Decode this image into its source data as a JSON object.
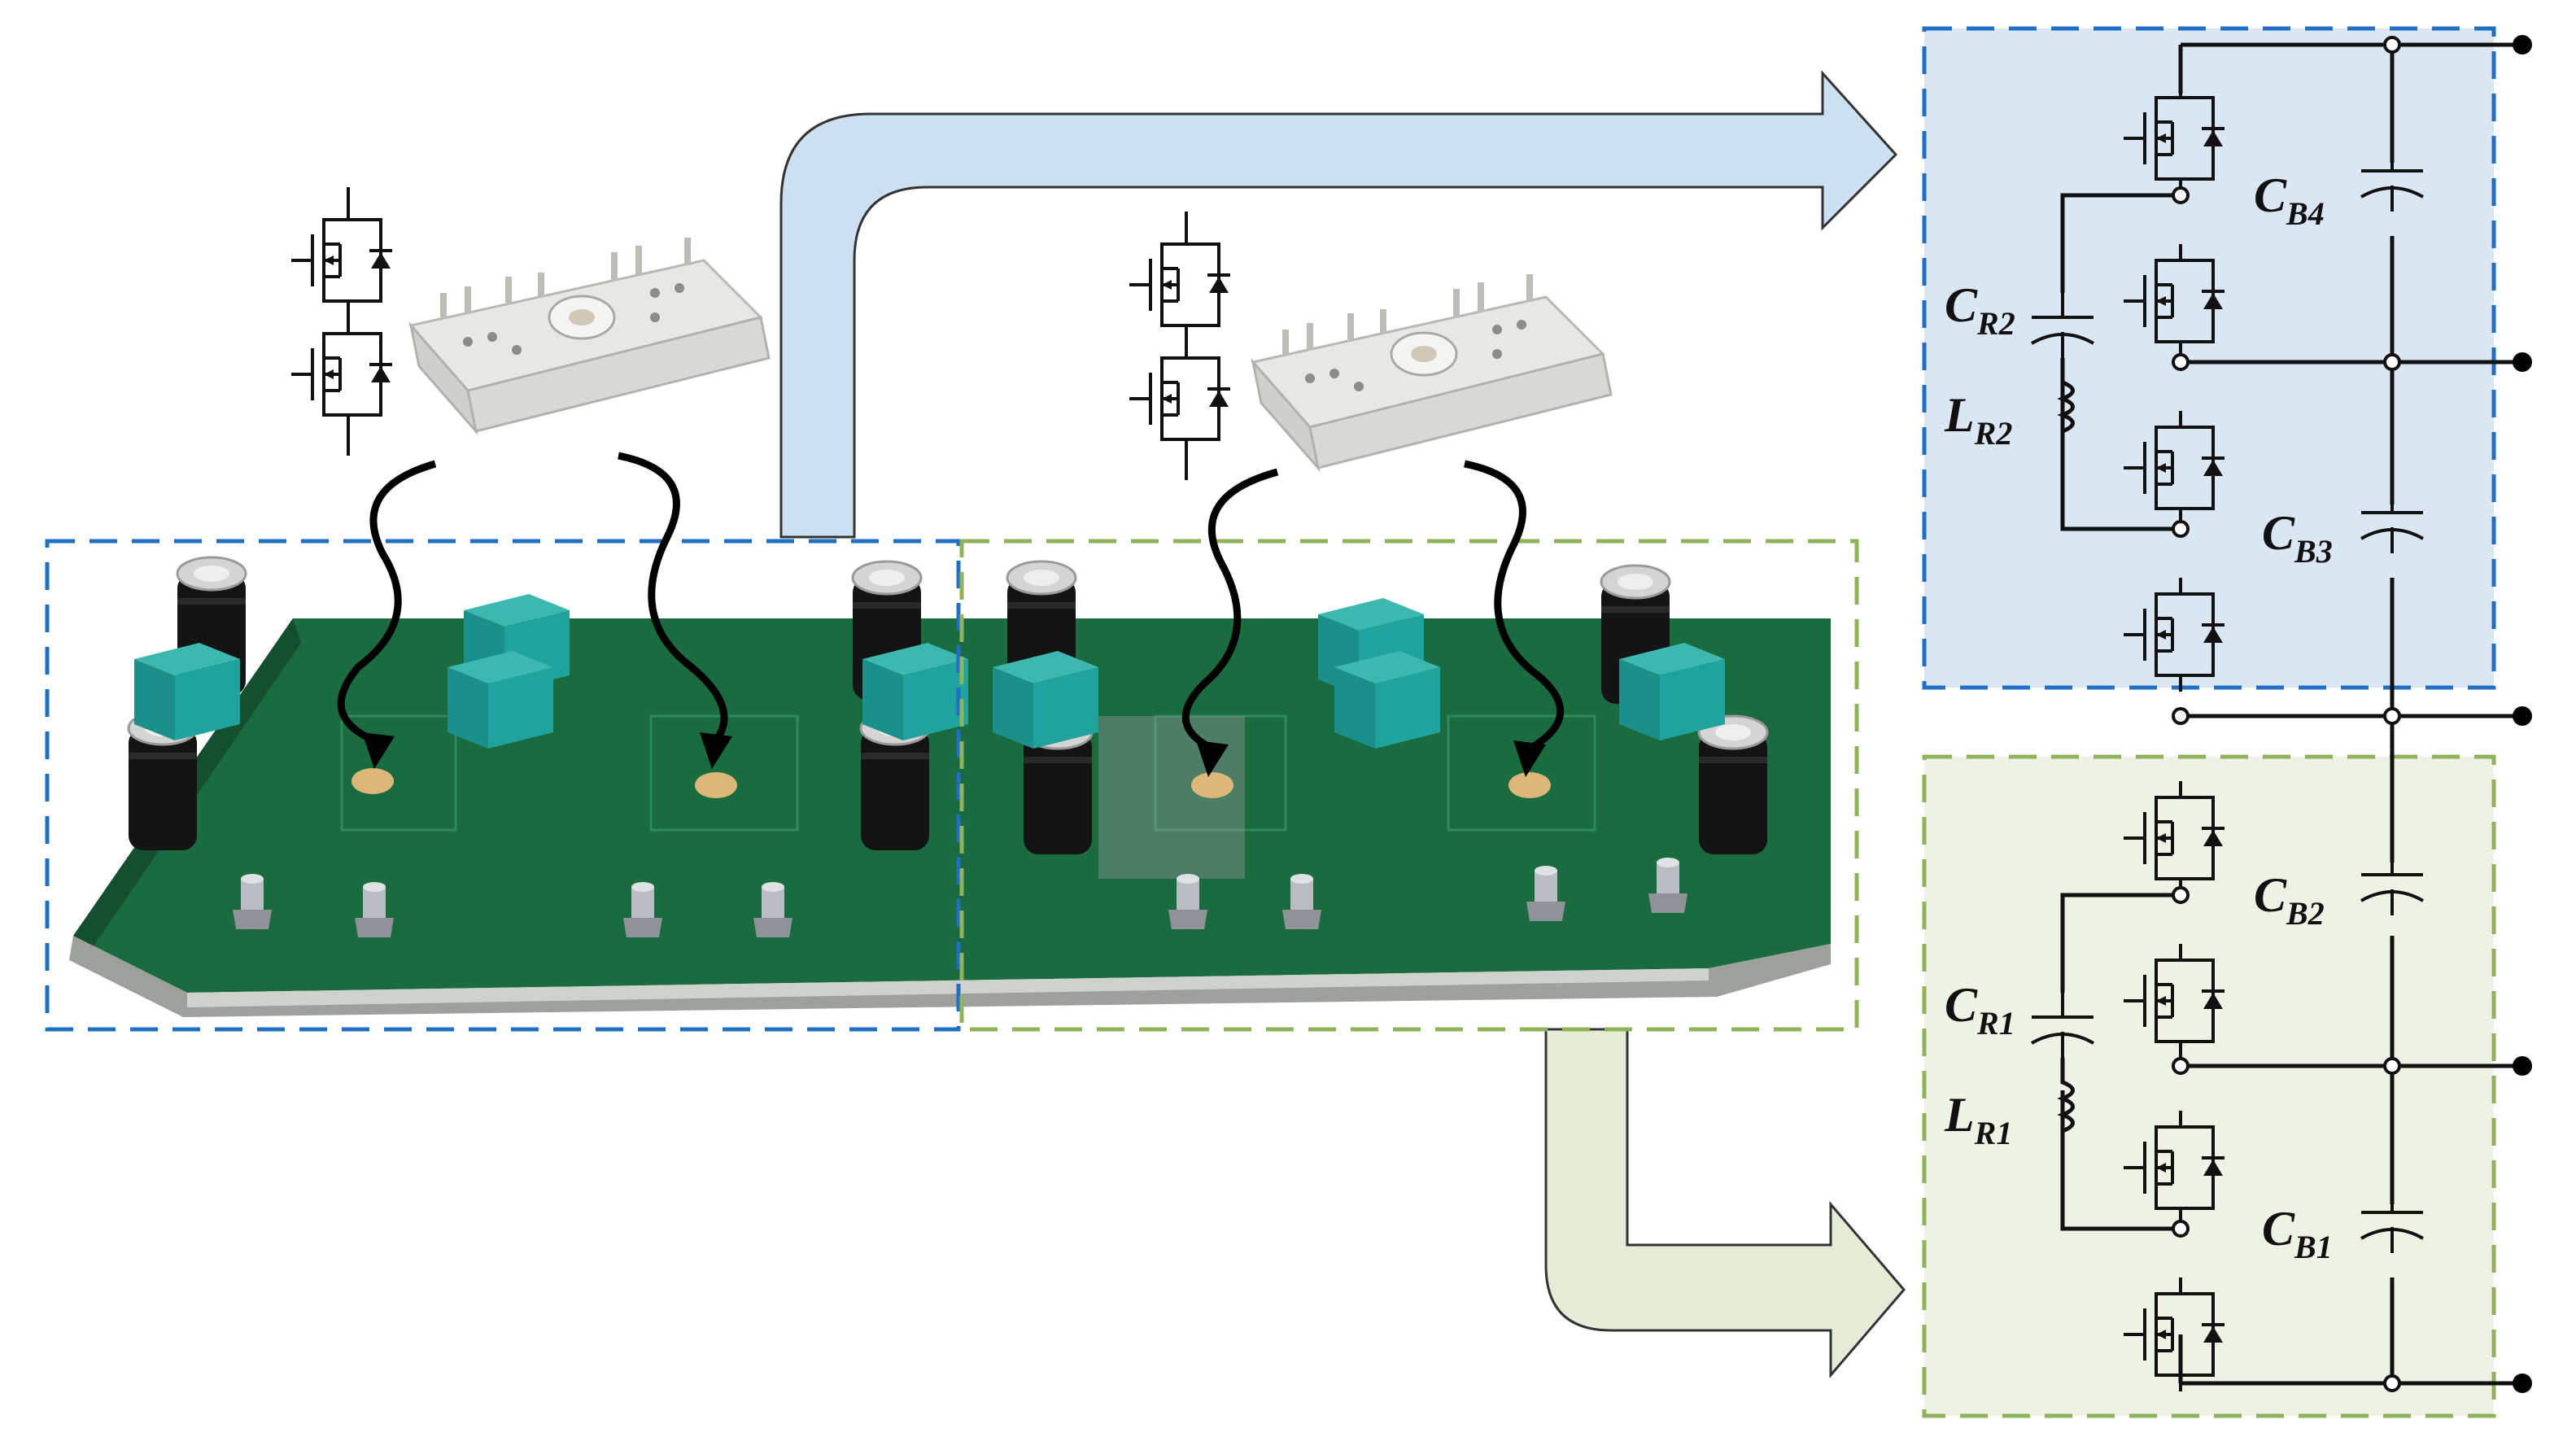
{
  "colors": {
    "module_blue_fill": "#dbe6f3",
    "module_blue_border": "#1f6fc5",
    "module_green_fill": "#eef2e4",
    "module_green_border": "#8fb35a",
    "arrow_blue": "#cde0f1",
    "arrow_green": "#e4ecd8",
    "pcb": "#1e7a48",
    "capacitor_teal": "#1d9b95"
  },
  "icons": [
    "mosfet-halfbridge-icon",
    "semitop-module-icon",
    "electrolytic-capacitor-icon",
    "film-capacitor-icon",
    "pcb-board"
  ],
  "labels": {
    "cb4": {
      "main": "C",
      "sub": "B4"
    },
    "cb3": {
      "main": "C",
      "sub": "B3"
    },
    "cb2": {
      "main": "C",
      "sub": "B2"
    },
    "cb1": {
      "main": "C",
      "sub": "B1"
    },
    "cr2": {
      "main": "C",
      "sub": "R2"
    },
    "lr2": {
      "main": "L",
      "sub": "R2"
    },
    "cr1": {
      "main": "C",
      "sub": "R1"
    },
    "lr1": {
      "main": "L",
      "sub": "R1"
    }
  }
}
